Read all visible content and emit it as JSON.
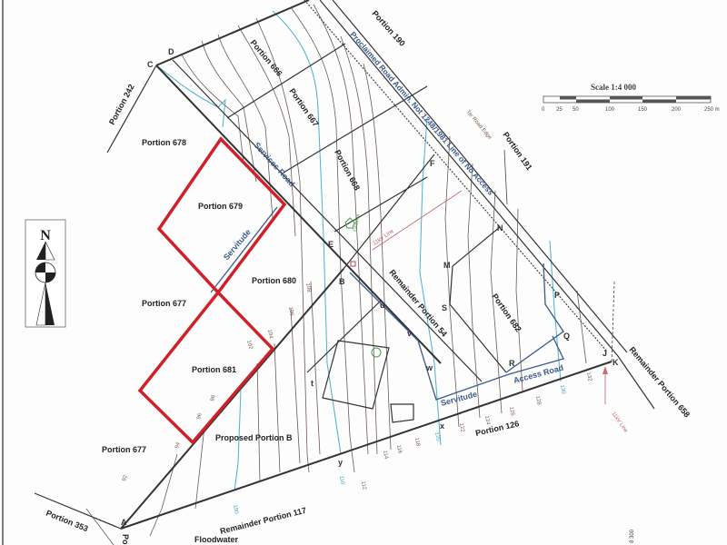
{
  "map": {
    "scale": {
      "title": "Scale 1:4 000",
      "ticks": [
        "0",
        "25",
        "50",
        "100",
        "150",
        "200",
        "250 m"
      ]
    },
    "north_label": "N",
    "parcels": {
      "portion_679": "Portion 679",
      "portion_681": "Portion 681",
      "portion_678": "Portion 678",
      "portion_677a": "Portion 677",
      "portion_677b": "Portion 677",
      "portion_680": "Portion 680",
      "portion_242": "Portion 242",
      "portion_666": "Portion 666",
      "portion_667": "Portion 667",
      "portion_668": "Portion 668",
      "portion_190": "Portion 190",
      "portion_191": "Portion 191",
      "portion_682": "Portion 682",
      "portion_126": "Portion 126",
      "portion_353": "Portion 353",
      "proposed_portion_b": "Proposed Portion B",
      "remainder_54": "Remainder Portion 54",
      "remainder_117": "Remainder Portion 117",
      "remainder_658": "Remainder Portion 658",
      "cut_off_bottom": "Floodwater",
      "cut_off_left": "Po",
      "edge_number": "8 300"
    },
    "features": {
      "services_road": "Services Road",
      "servitude_1": "Servitude",
      "servitude_2": "Servitude",
      "access_road": "Access Road",
      "proclaimed_road": "Proclaimed Road Admin. Not 1248/1981 Line of No Access",
      "tar_road_edge": "Tar Road Edge",
      "line_11kv_1": "11kV Line",
      "line_11kv_2": "11kV Line",
      "graves": "Graves"
    },
    "points": [
      "A",
      "B",
      "C",
      "D",
      "E",
      "F",
      "J",
      "K",
      "M",
      "N",
      "P",
      "Q",
      "R",
      "S",
      "t",
      "u",
      "v",
      "w",
      "x",
      "y"
    ],
    "contours": [
      "92",
      "94",
      "96",
      "98",
      "100",
      "102",
      "104",
      "106",
      "108",
      "110",
      "112",
      "114",
      "116",
      "118",
      "120",
      "122",
      "124",
      "126",
      "128",
      "130",
      "132"
    ],
    "colors": {
      "highlight": "#d0202a",
      "servitude": "#3a5a8a",
      "contour_major": "#4ab0cc",
      "contour": "#6a5a50",
      "power_line": "#c06060"
    }
  }
}
